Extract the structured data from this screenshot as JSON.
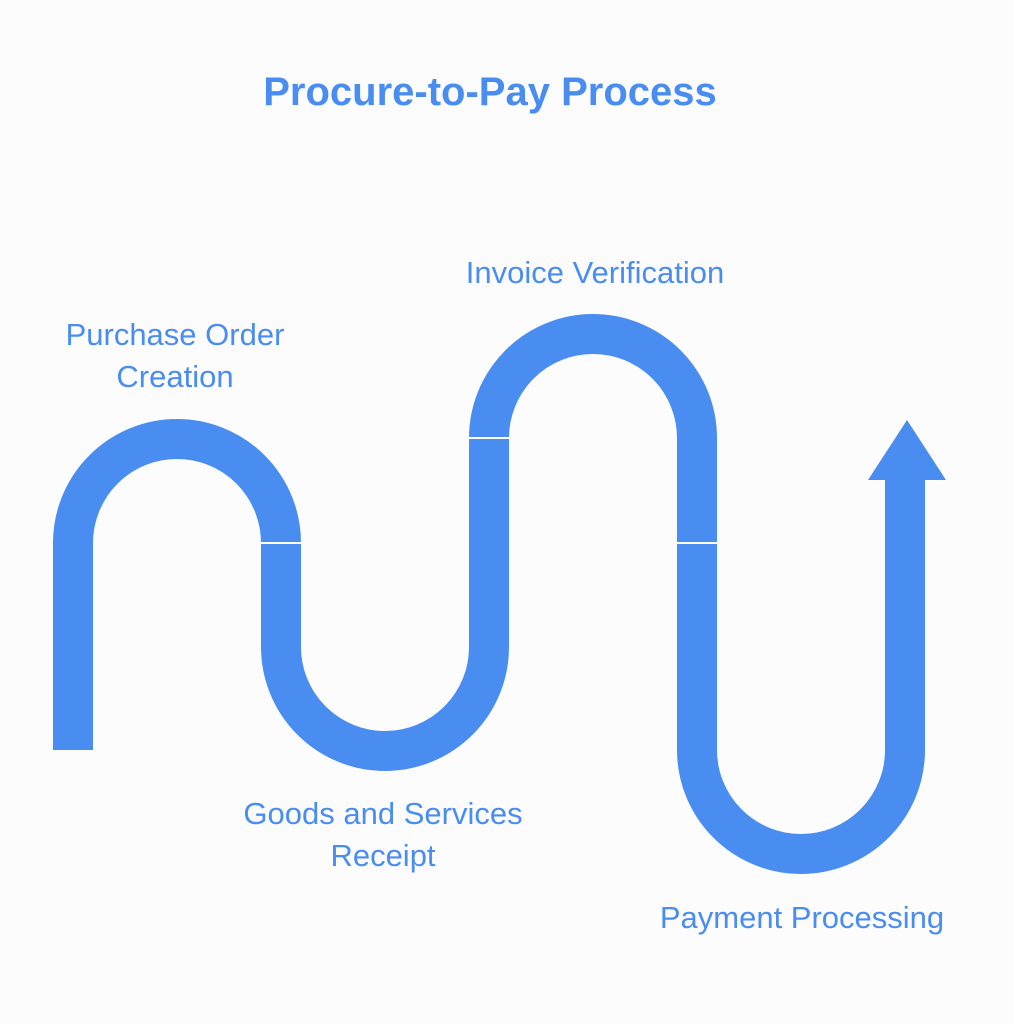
{
  "title": "Procure-to-Pay Process",
  "colors": {
    "path": "#4a8df0",
    "text": "#4a8df0",
    "background": "#fcfcfc"
  },
  "steps": [
    {
      "line1": "Purchase Order",
      "line2": "Creation"
    },
    {
      "line1": "Invoice Verification",
      "line2": ""
    },
    {
      "line1": "Goods and Services",
      "line2": "Receipt"
    },
    {
      "line1": "Payment Processing",
      "line2": ""
    }
  ]
}
